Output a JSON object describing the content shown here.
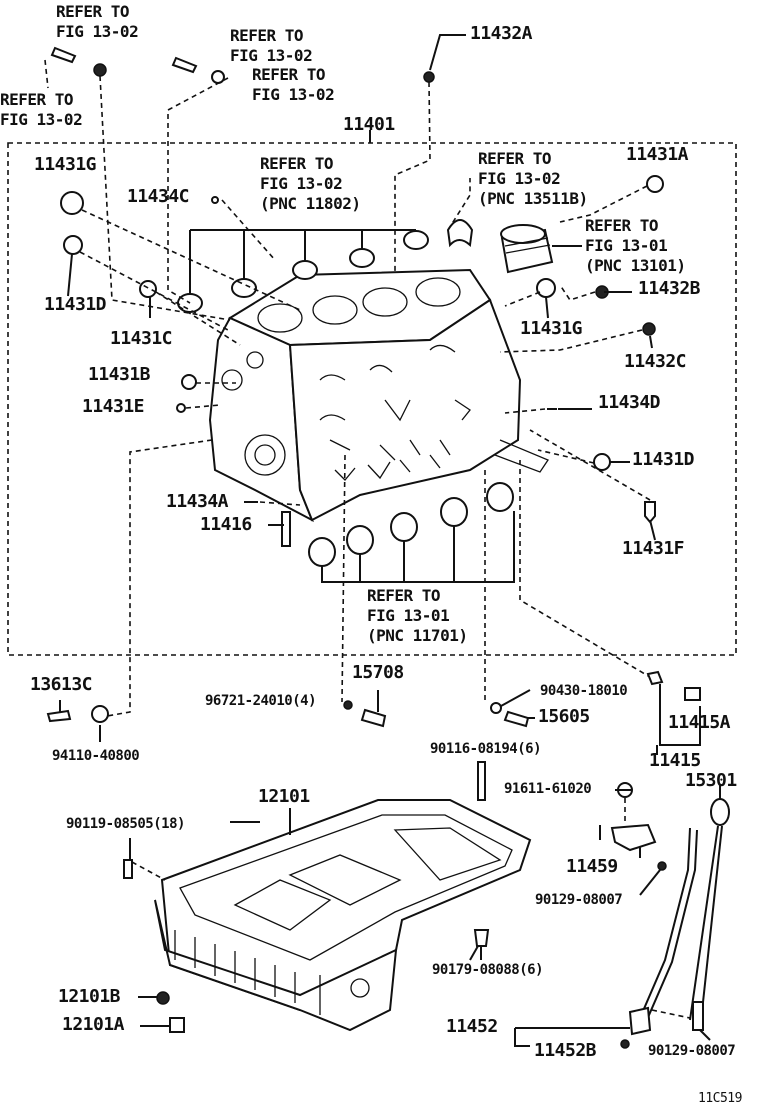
{
  "labels": {
    "refer_fig1302_a": [
      "REFER TO",
      "FIG 13-02"
    ],
    "refer_fig1302_b": [
      "REFER TO",
      "FIG 13-02"
    ],
    "refer_fig1302_c": [
      "REFER TO",
      "FIG 13-02"
    ],
    "refer_fig1302_d": [
      "REFER TO",
      "FIG 13-02"
    ],
    "refer_fig1302_pnc11802": [
      "REFER TO",
      "FIG 13-02",
      "(PNC 11802)"
    ],
    "refer_fig1302_pnc13511b": [
      "REFER TO",
      "FIG 13-02",
      "(PNC 13511B)"
    ],
    "refer_fig1301_pnc13101": [
      "REFER TO",
      "FIG 13-01",
      "(PNC 13101)"
    ],
    "refer_fig1301_pnc11701": [
      "REFER TO",
      "FIG 13-01",
      "(PNC 11701)"
    ],
    "p11432A": "11432A",
    "p11401": "11401",
    "p11431G_top": "11431G",
    "p11431A": "11431A",
    "p11434C": "11434C",
    "p11432B": "11432B",
    "p11431D_left": "11431D",
    "p11431G_right": "11431G",
    "p11431C": "11431C",
    "p11432C": "11432C",
    "p11431B": "11431B",
    "p11431E": "11431E",
    "p11434D": "11434D",
    "p11431D_right": "11431D",
    "p11434A": "11434A",
    "p11416": "11416",
    "p11431F": "11431F",
    "p13613C": "13613C",
    "p15708": "15708",
    "p96721": "96721-24010(4)",
    "p90430": "90430-18010",
    "p15605": "15605",
    "p11415A": "11415A",
    "p94110": "94110-40800",
    "p90116": "90116-08194(6)",
    "p11415": "11415",
    "p12101": "12101",
    "p91611": "91611-61020",
    "p15301": "15301",
    "p90119": "90119-08505(18)",
    "p11459": "11459",
    "p90129_a": "90129-08007",
    "p90179": "90179-08088(6)",
    "p12101B": "12101B",
    "p12101A": "12101A",
    "p11452": "11452",
    "p11452B": "11452B",
    "p90129_b": "90129-08007",
    "figure_id": "11C519"
  }
}
